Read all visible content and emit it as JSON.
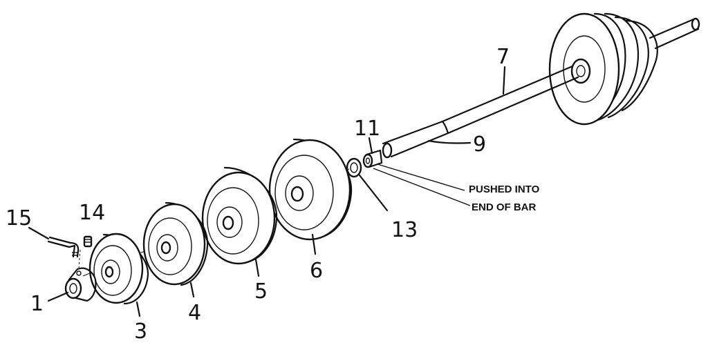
{
  "diagram": {
    "parts": {
      "p1": "1",
      "p3": "3",
      "p4": "4",
      "p5": "5",
      "p6": "6",
      "p7": "7",
      "p9": "9",
      "p11": "11",
      "p13": "13",
      "p14": "14",
      "p15": "15"
    },
    "note": {
      "line1": "PUSHED INTO",
      "line2": "END OF BAR"
    }
  }
}
